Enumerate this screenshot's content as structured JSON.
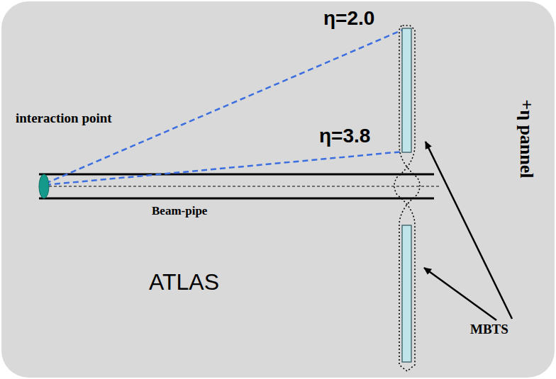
{
  "diagram": {
    "labels": [
      "η=2.0",
      "interaction point",
      "η=3.8",
      "Beam-pipe",
      "+η pannel",
      "ATLAS",
      "MBTS"
    ]
  }
}
